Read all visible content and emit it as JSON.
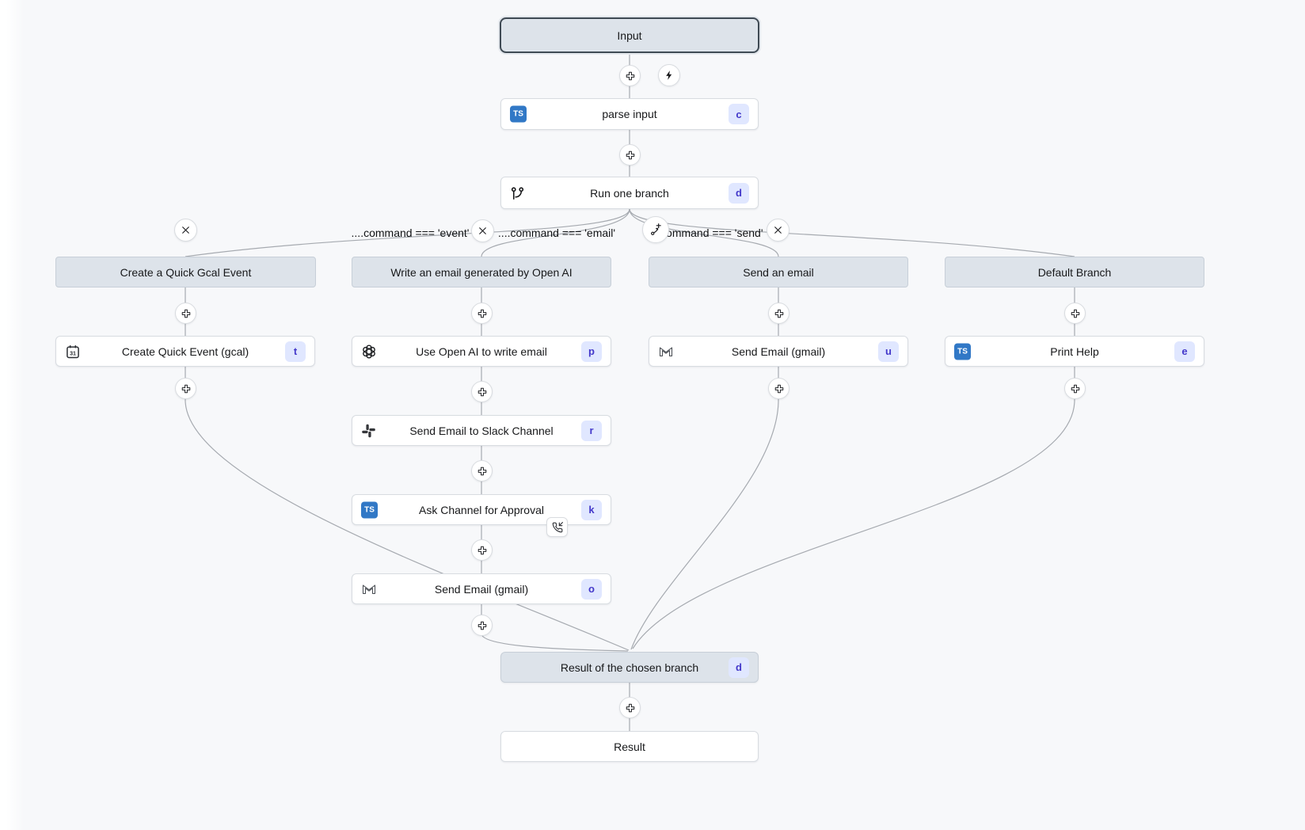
{
  "colors": {
    "canvas_bg": "#f7f8fa",
    "node_bg": "#ffffff",
    "header_bg": "#dde3ea",
    "selected_border": "#3f4a54",
    "edge": "#a6aab0",
    "ts_blue": "#3178c6",
    "key_badge_bg": "#e0e7ff",
    "key_badge_text": "#4338ca"
  },
  "nodes": {
    "input": {
      "label": "Input"
    },
    "parse_input": {
      "label": "parse input",
      "badge": "c"
    },
    "run_one_branch": {
      "label": "Run one branch",
      "badge": "d"
    },
    "result_of_chosen_branch": {
      "label": "Result of the chosen branch",
      "badge": "d"
    },
    "result": {
      "label": "Result"
    }
  },
  "conditions": {
    "event": "....command === 'event'",
    "email": "....command === 'email'",
    "send": "....command === 'send'"
  },
  "branches": {
    "gcal": {
      "header": "Create a Quick Gcal Event",
      "create_quick_event": {
        "label": "Create Quick Event (gcal)",
        "badge": "t"
      }
    },
    "openai_email": {
      "header": "Write an email generated by Open AI",
      "use_openai": {
        "label": "Use Open AI to write email",
        "badge": "p"
      },
      "send_to_slack": {
        "label": "Send Email to Slack Channel",
        "badge": "r"
      },
      "ask_approval": {
        "label": "Ask Channel for Approval",
        "badge": "k"
      },
      "send_gmail": {
        "label": "Send Email (gmail)",
        "badge": "o"
      }
    },
    "send_email": {
      "header": "Send an email",
      "send_gmail": {
        "label": "Send Email (gmail)",
        "badge": "u"
      }
    },
    "default": {
      "header": "Default Branch",
      "print_help": {
        "label": "Print Help",
        "badge": "e"
      }
    }
  },
  "icons": {
    "ts": "TS",
    "calendar_day": "31"
  }
}
